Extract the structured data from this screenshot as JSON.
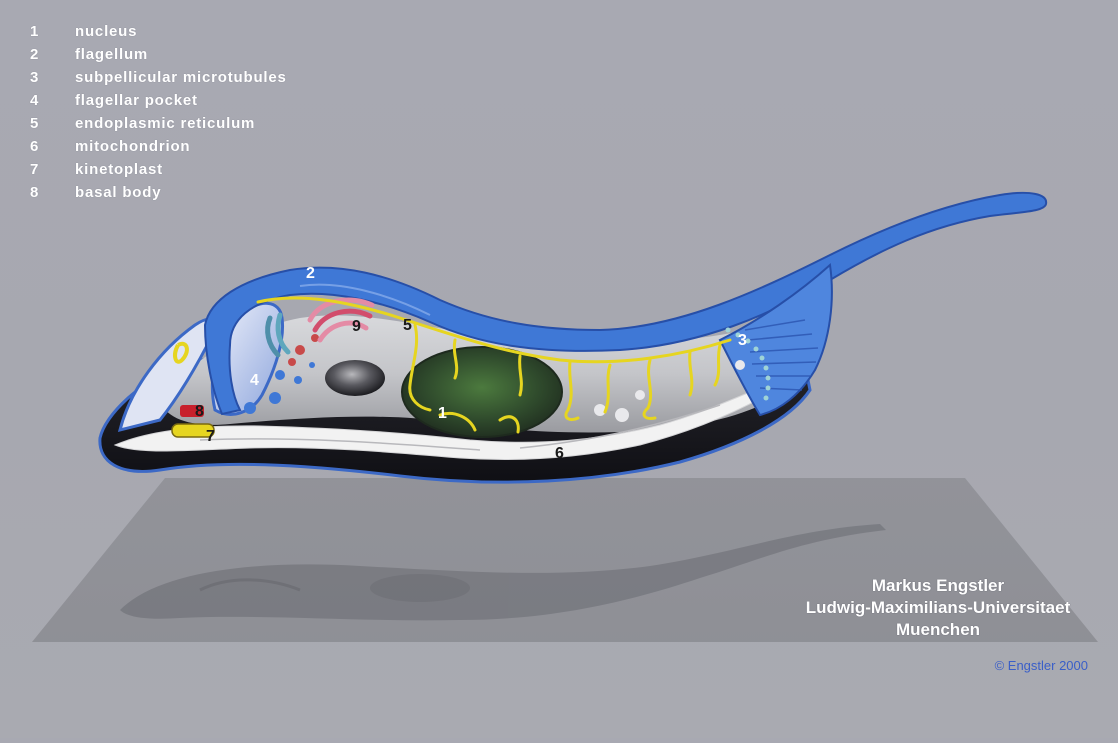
{
  "legend": [
    {
      "num": "1",
      "label": "nucleus"
    },
    {
      "num": "2",
      "label": "flagellum"
    },
    {
      "num": "3",
      "label": "subpellicular microtubules"
    },
    {
      "num": "4",
      "label": "flagellar pocket"
    },
    {
      "num": "5",
      "label": "endoplasmic reticulum"
    },
    {
      "num": "6",
      "label": "mitochondrion"
    },
    {
      "num": "7",
      "label": "kinetoplast"
    },
    {
      "num": "8",
      "label": "basal body"
    }
  ],
  "diagram_labels": {
    "nucleus": "1",
    "flagellum": "2",
    "microtubules": "3",
    "pocket": "4",
    "er": "5",
    "mito": "6",
    "kineto": "7",
    "basal": "8",
    "golgi": "9"
  },
  "credit": {
    "author": "Markus Engstler",
    "institution": "Ludwig-Maximilians-Universitaet",
    "city": "Muenchen"
  },
  "copyright": "© Engstler 2000",
  "colors": {
    "background": "#a8a9b2",
    "flagellum_blue": "#3f78d6",
    "cytoplasm": "#c9cacd",
    "nucleus_green": "#3b5a34",
    "er_yellow": "#e6d520",
    "copyright_blue": "#3a5fc8"
  }
}
